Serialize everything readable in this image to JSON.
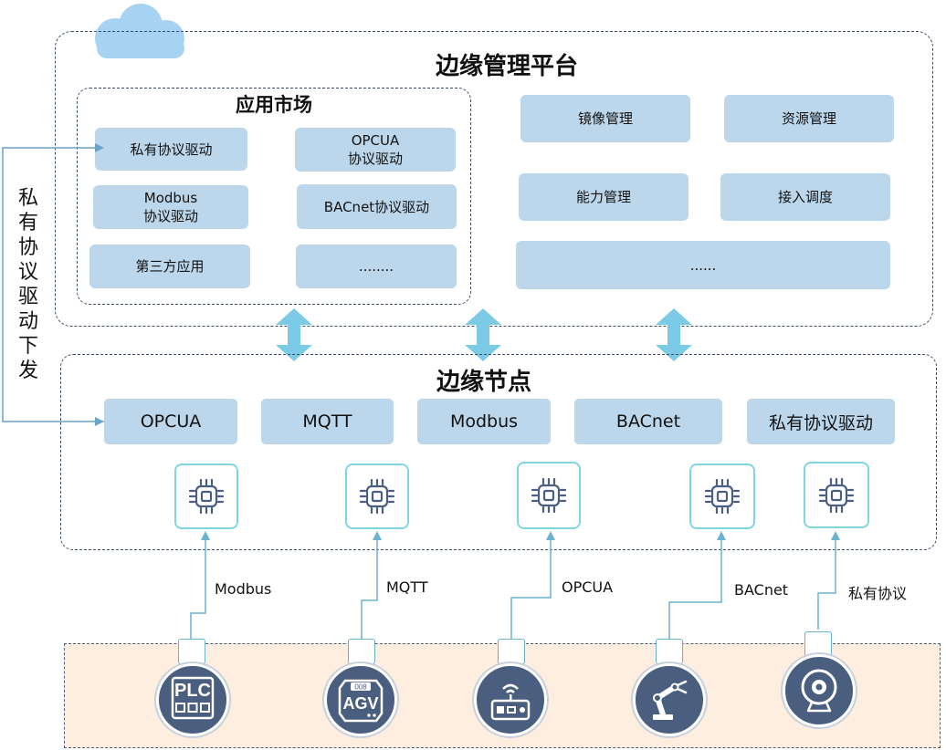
{
  "platform": {
    "title": "边缘管理平台",
    "market": {
      "title": "应用市场",
      "items": [
        "私有协议驱动",
        "OPCUA\n协议驱动",
        "Modbus\n协议驱动",
        "BACnet协议驱动",
        "第三方应用",
        "........"
      ]
    },
    "services": [
      "镜像管理",
      "资源管理",
      "能力管理",
      "接入调度",
      "......"
    ]
  },
  "side_label": "私有协议驱动下发",
  "node": {
    "title": "边缘节点",
    "protocols": [
      "OPCUA",
      "MQTT",
      "Modbus",
      "BACnet",
      "私有协议驱动"
    ]
  },
  "links": [
    "Modbus",
    "MQTT",
    "OPCUA",
    "BACnet",
    "私有协议"
  ],
  "devices": [
    {
      "icon": "plc-icon",
      "text": "PLC"
    },
    {
      "icon": "agv-icon",
      "text": "AGV",
      "badge": "008"
    },
    {
      "icon": "remote-controller-icon"
    },
    {
      "icon": "robot-arm-icon"
    },
    {
      "icon": "webcam-icon"
    }
  ],
  "colors": {
    "chip": "#bcd7ec",
    "arrow": "#7ccbe6",
    "line": "#6ab3cf",
    "cloud": "#a7d3f2",
    "device_bg": "#fdeee0",
    "device_icon": "#4a5e80",
    "cpu_border": "#7fd6e1"
  }
}
